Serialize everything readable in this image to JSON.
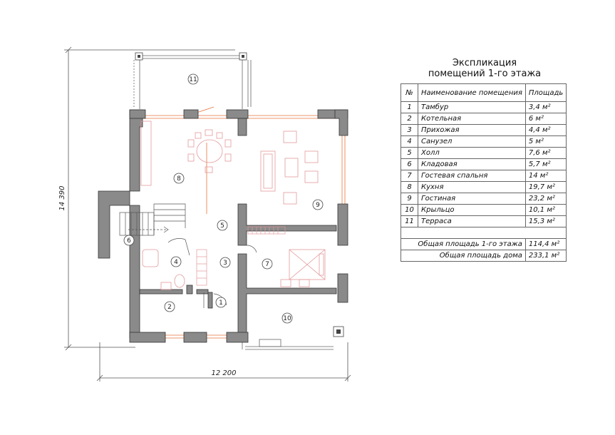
{
  "explication": {
    "title_line1": "Экспликация",
    "title_line2": "помещений 1-го этажа",
    "headers": {
      "num": "№",
      "name": "Наименование помещения",
      "area": "Площадь"
    },
    "rooms": [
      {
        "num": "1",
        "name": "Тамбур",
        "area": "3,4 м²"
      },
      {
        "num": "2",
        "name": "Котельная",
        "area": "6 м²"
      },
      {
        "num": "3",
        "name": "Прихожая",
        "area": "4,4 м²"
      },
      {
        "num": "4",
        "name": "Санузел",
        "area": "5 м²"
      },
      {
        "num": "5",
        "name": "Холл",
        "area": "7,6 м²"
      },
      {
        "num": "6",
        "name": "Кладовая",
        "area": "5,7 м²"
      },
      {
        "num": "7",
        "name": "Гостевая спальня",
        "area": "14 м²"
      },
      {
        "num": "8",
        "name": "Кухня",
        "area": "19,7 м²"
      },
      {
        "num": "9",
        "name": "Гостиная",
        "area": "23,2 м²"
      },
      {
        "num": "10",
        "name": "Крыльцо",
        "area": "10,1 м²"
      },
      {
        "num": "11",
        "name": "Терраса",
        "area": "15,3 м²"
      }
    ],
    "totals": [
      {
        "label": "Общая площадь 1-го этажа",
        "value": "114,4 м²"
      },
      {
        "label": "Общая площадь дома",
        "value": "233,1 м²"
      }
    ]
  },
  "plan": {
    "dim_width": "12 200",
    "dim_height": "14 390",
    "room_labels": [
      "11",
      "8",
      "9",
      "5",
      "6",
      "4",
      "3",
      "7",
      "2",
      "1",
      "10"
    ]
  },
  "colors": {
    "wall": "#8a8a8a",
    "orange": "#e8733a",
    "furniture": "#e3999b",
    "line": "#555555"
  }
}
